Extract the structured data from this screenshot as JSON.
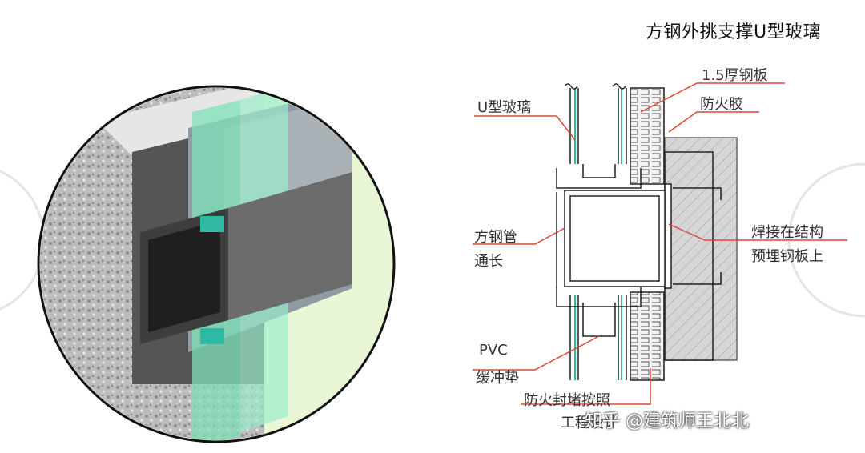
{
  "title": "方钢外挑支撑U型玻璃",
  "labels": {
    "u_glass": "U型玻璃",
    "steel_plate": "1.5厚钢板",
    "fire_glue": "防火胶",
    "steel_tube_1": "方钢管",
    "steel_tube_2": "通长",
    "weld_1": "焊接在结构",
    "weld_2": "预埋钢板上",
    "pvc_1": "PVC",
    "pvc_2": "缓冲垫",
    "fire_seal_1": "防火封堵按照",
    "fire_seal_2": "工程设计"
  },
  "watermark": "知乎 @建筑师王北北",
  "colors": {
    "leader": "#e0453a",
    "glass": "#7fe0b8",
    "circle_bg": "#e9f7d6",
    "concrete": "#c9c9c9"
  }
}
